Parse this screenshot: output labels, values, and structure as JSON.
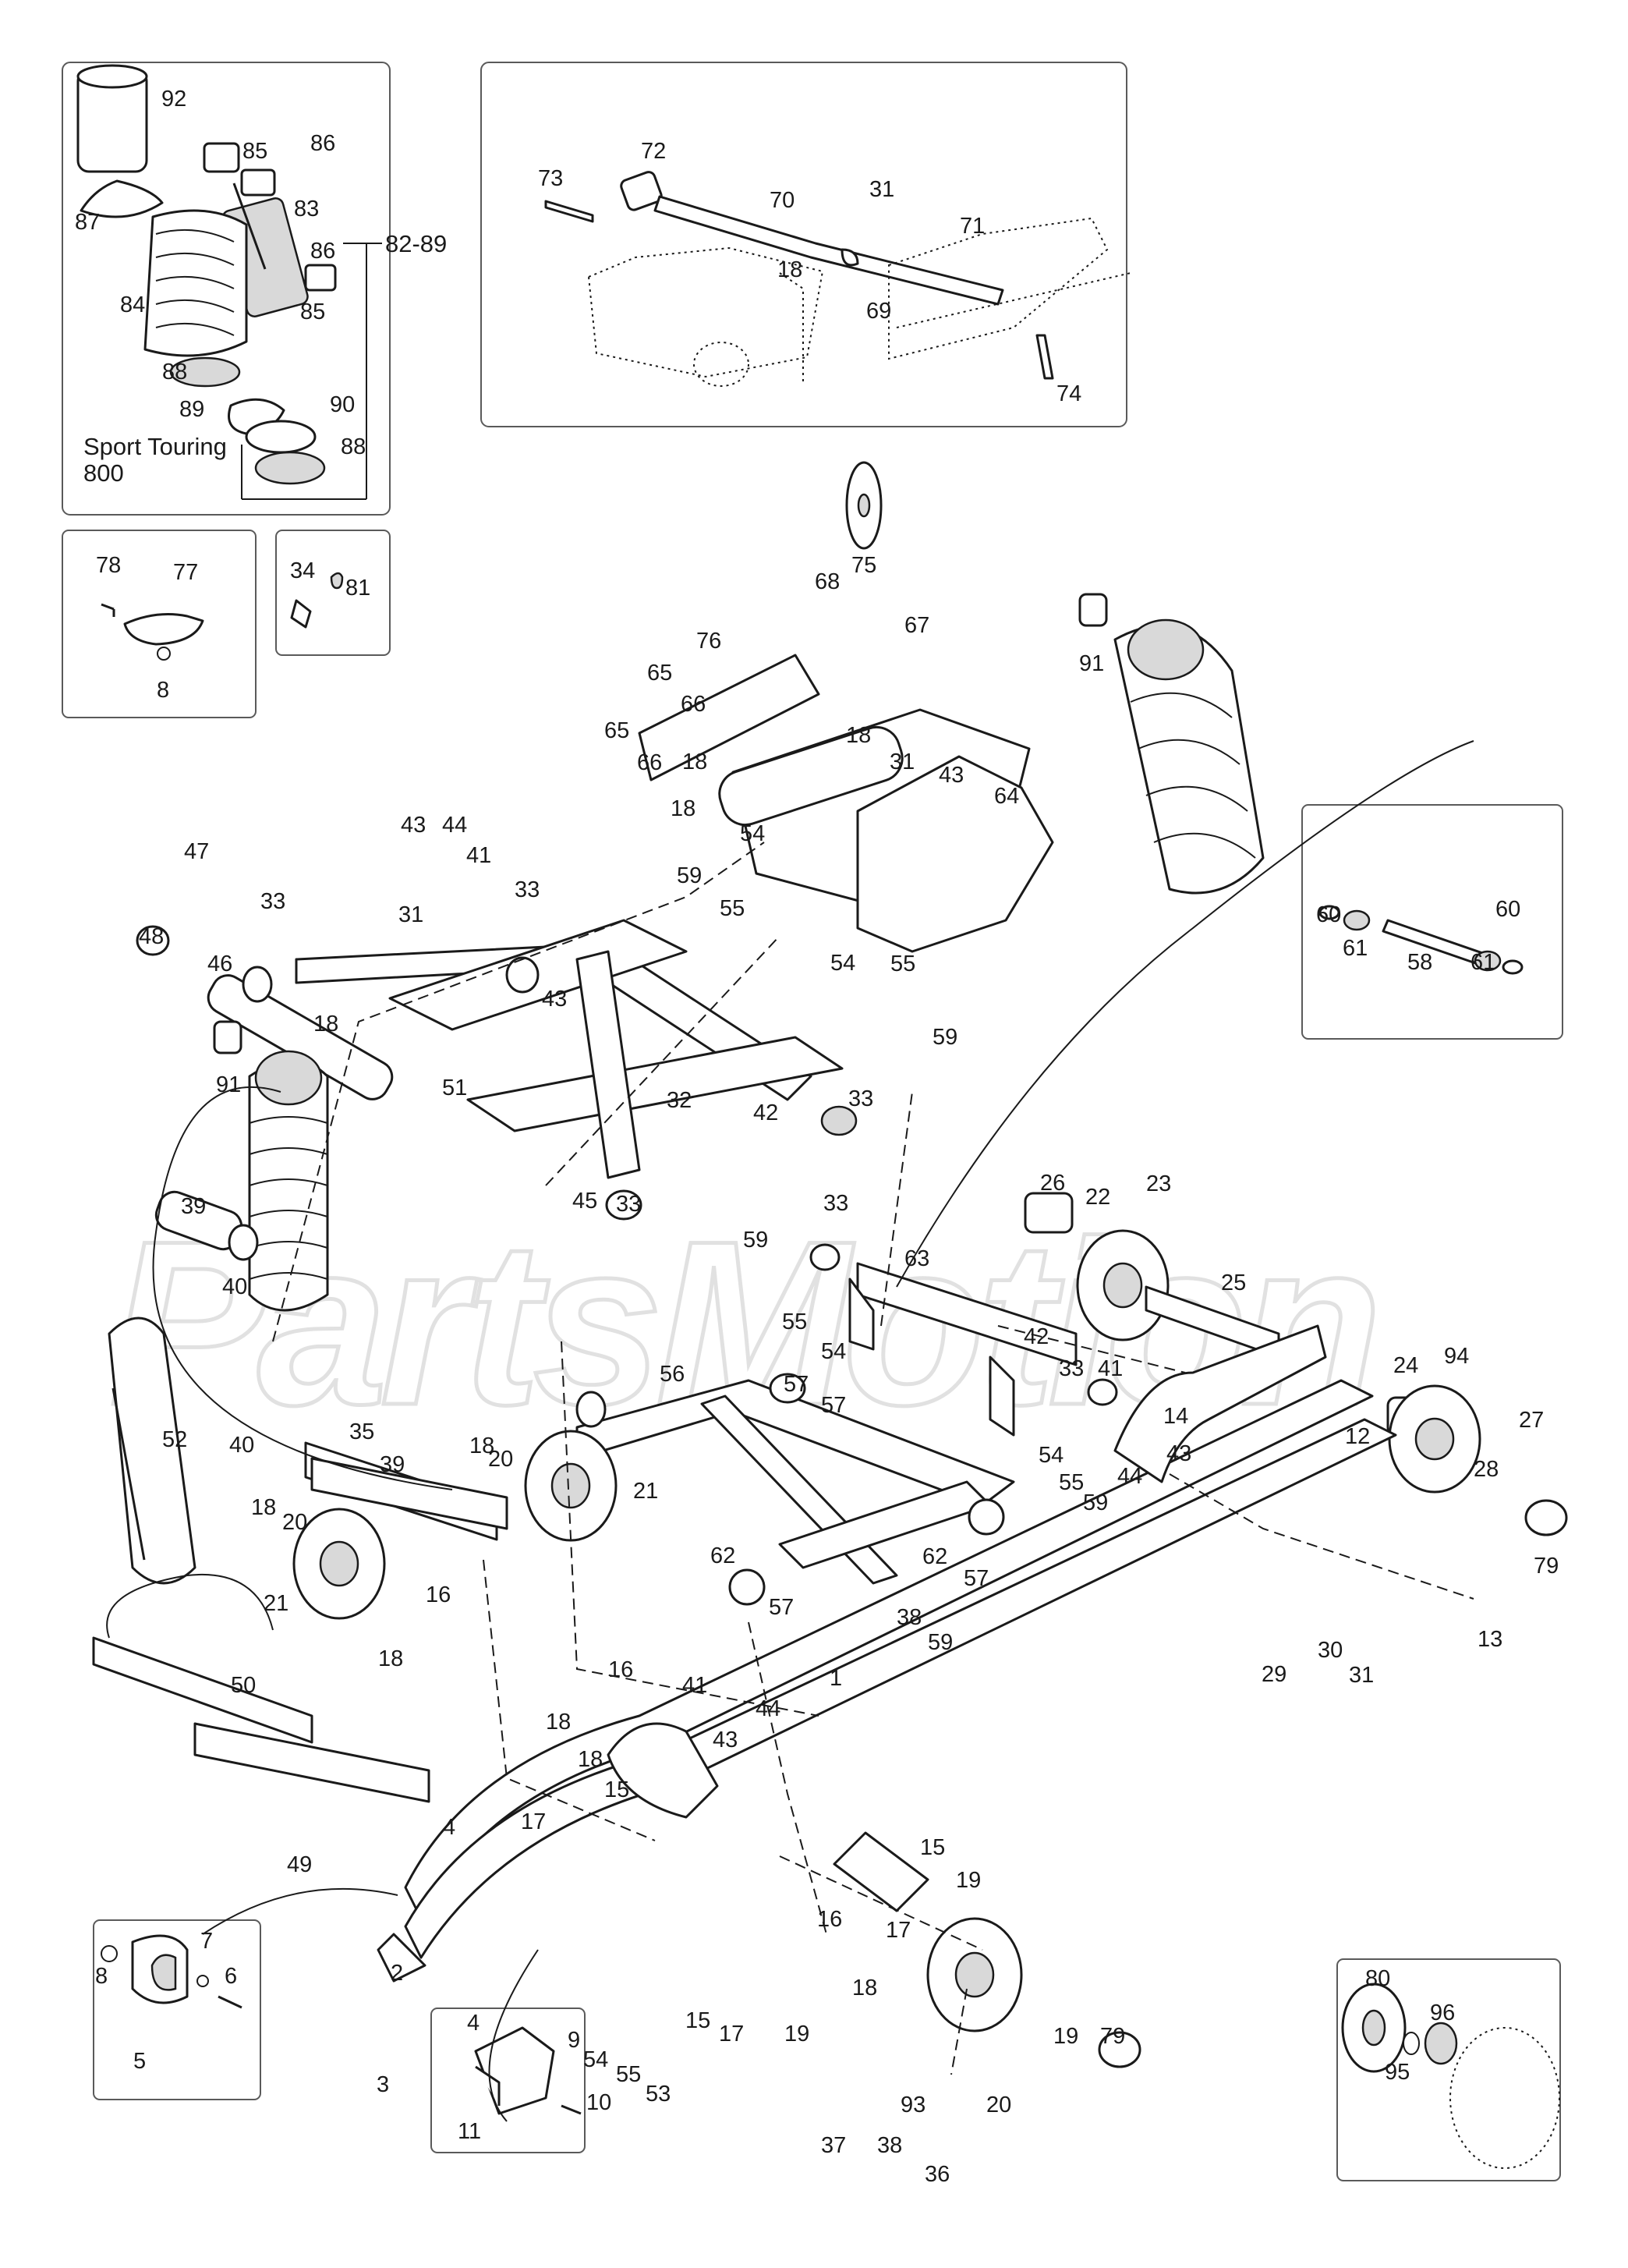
{
  "watermark": "PartsMotion",
  "notes": {
    "shock_model_line1": "Sport Touring",
    "shock_model_line2": "800",
    "shock_kit_range": "82-89"
  },
  "callouts": [
    {
      "n": "92"
    },
    {
      "n": "85"
    },
    {
      "n": "86"
    },
    {
      "n": "87"
    },
    {
      "n": "83"
    },
    {
      "n": "86"
    },
    {
      "n": "84"
    },
    {
      "n": "85"
    },
    {
      "n": "88"
    },
    {
      "n": "89"
    },
    {
      "n": "90"
    },
    {
      "n": "88"
    },
    {
      "n": "72"
    },
    {
      "n": "73"
    },
    {
      "n": "70"
    },
    {
      "n": "31"
    },
    {
      "n": "71"
    },
    {
      "n": "18"
    },
    {
      "n": "69"
    },
    {
      "n": "74"
    },
    {
      "n": "78"
    },
    {
      "n": "77"
    },
    {
      "n": "8"
    },
    {
      "n": "34"
    },
    {
      "n": "81"
    },
    {
      "n": "68"
    },
    {
      "n": "75"
    },
    {
      "n": "67"
    },
    {
      "n": "76"
    },
    {
      "n": "65"
    },
    {
      "n": "66"
    },
    {
      "n": "65"
    },
    {
      "n": "66"
    },
    {
      "n": "18"
    },
    {
      "n": "31"
    },
    {
      "n": "18"
    },
    {
      "n": "43"
    },
    {
      "n": "64"
    },
    {
      "n": "18"
    },
    {
      "n": "54"
    },
    {
      "n": "59"
    },
    {
      "n": "55"
    },
    {
      "n": "54"
    },
    {
      "n": "55"
    },
    {
      "n": "59"
    },
    {
      "n": "91"
    },
    {
      "n": "60"
    },
    {
      "n": "61"
    },
    {
      "n": "58"
    },
    {
      "n": "60"
    },
    {
      "n": "61"
    },
    {
      "n": "43"
    },
    {
      "n": "44"
    },
    {
      "n": "41"
    },
    {
      "n": "33"
    },
    {
      "n": "47"
    },
    {
      "n": "33"
    },
    {
      "n": "48"
    },
    {
      "n": "46"
    },
    {
      "n": "31"
    },
    {
      "n": "43"
    },
    {
      "n": "18"
    },
    {
      "n": "51"
    },
    {
      "n": "32"
    },
    {
      "n": "42"
    },
    {
      "n": "33"
    },
    {
      "n": "45"
    },
    {
      "n": "33"
    },
    {
      "n": "91"
    },
    {
      "n": "39"
    },
    {
      "n": "40"
    },
    {
      "n": "26"
    },
    {
      "n": "22"
    },
    {
      "n": "23"
    },
    {
      "n": "33"
    },
    {
      "n": "59"
    },
    {
      "n": "63"
    },
    {
      "n": "25"
    },
    {
      "n": "55"
    },
    {
      "n": "54"
    },
    {
      "n": "42"
    },
    {
      "n": "33"
    },
    {
      "n": "41"
    },
    {
      "n": "24"
    },
    {
      "n": "94"
    },
    {
      "n": "57"
    },
    {
      "n": "56"
    },
    {
      "n": "57"
    },
    {
      "n": "54"
    },
    {
      "n": "55"
    },
    {
      "n": "59"
    },
    {
      "n": "14"
    },
    {
      "n": "27"
    },
    {
      "n": "43"
    },
    {
      "n": "28"
    },
    {
      "n": "44"
    },
    {
      "n": "79"
    },
    {
      "n": "12"
    },
    {
      "n": "62"
    },
    {
      "n": "62"
    },
    {
      "n": "57"
    },
    {
      "n": "57"
    },
    {
      "n": "38"
    },
    {
      "n": "59"
    },
    {
      "n": "13"
    },
    {
      "n": "30"
    },
    {
      "n": "29"
    },
    {
      "n": "31"
    },
    {
      "n": "52"
    },
    {
      "n": "40"
    },
    {
      "n": "35"
    },
    {
      "n": "18"
    },
    {
      "n": "20"
    },
    {
      "n": "39"
    },
    {
      "n": "18"
    },
    {
      "n": "20"
    },
    {
      "n": "21"
    },
    {
      "n": "21"
    },
    {
      "n": "16"
    },
    {
      "n": "18"
    },
    {
      "n": "50"
    },
    {
      "n": "16"
    },
    {
      "n": "41"
    },
    {
      "n": "44"
    },
    {
      "n": "1"
    },
    {
      "n": "18"
    },
    {
      "n": "43"
    },
    {
      "n": "18"
    },
    {
      "n": "15"
    },
    {
      "n": "17"
    },
    {
      "n": "4"
    },
    {
      "n": "49"
    },
    {
      "n": "15"
    },
    {
      "n": "19"
    },
    {
      "n": "16"
    },
    {
      "n": "17"
    },
    {
      "n": "7"
    },
    {
      "n": "8"
    },
    {
      "n": "6"
    },
    {
      "n": "5"
    },
    {
      "n": "2"
    },
    {
      "n": "18"
    },
    {
      "n": "15"
    },
    {
      "n": "17"
    },
    {
      "n": "19"
    },
    {
      "n": "54"
    },
    {
      "n": "55"
    },
    {
      "n": "53"
    },
    {
      "n": "3"
    },
    {
      "n": "93"
    },
    {
      "n": "20"
    },
    {
      "n": "19"
    },
    {
      "n": "79"
    },
    {
      "n": "4"
    },
    {
      "n": "9"
    },
    {
      "n": "10"
    },
    {
      "n": "11"
    },
    {
      "n": "37"
    },
    {
      "n": "38"
    },
    {
      "n": "36"
    },
    {
      "n": "80"
    },
    {
      "n": "96"
    },
    {
      "n": "95"
    }
  ]
}
